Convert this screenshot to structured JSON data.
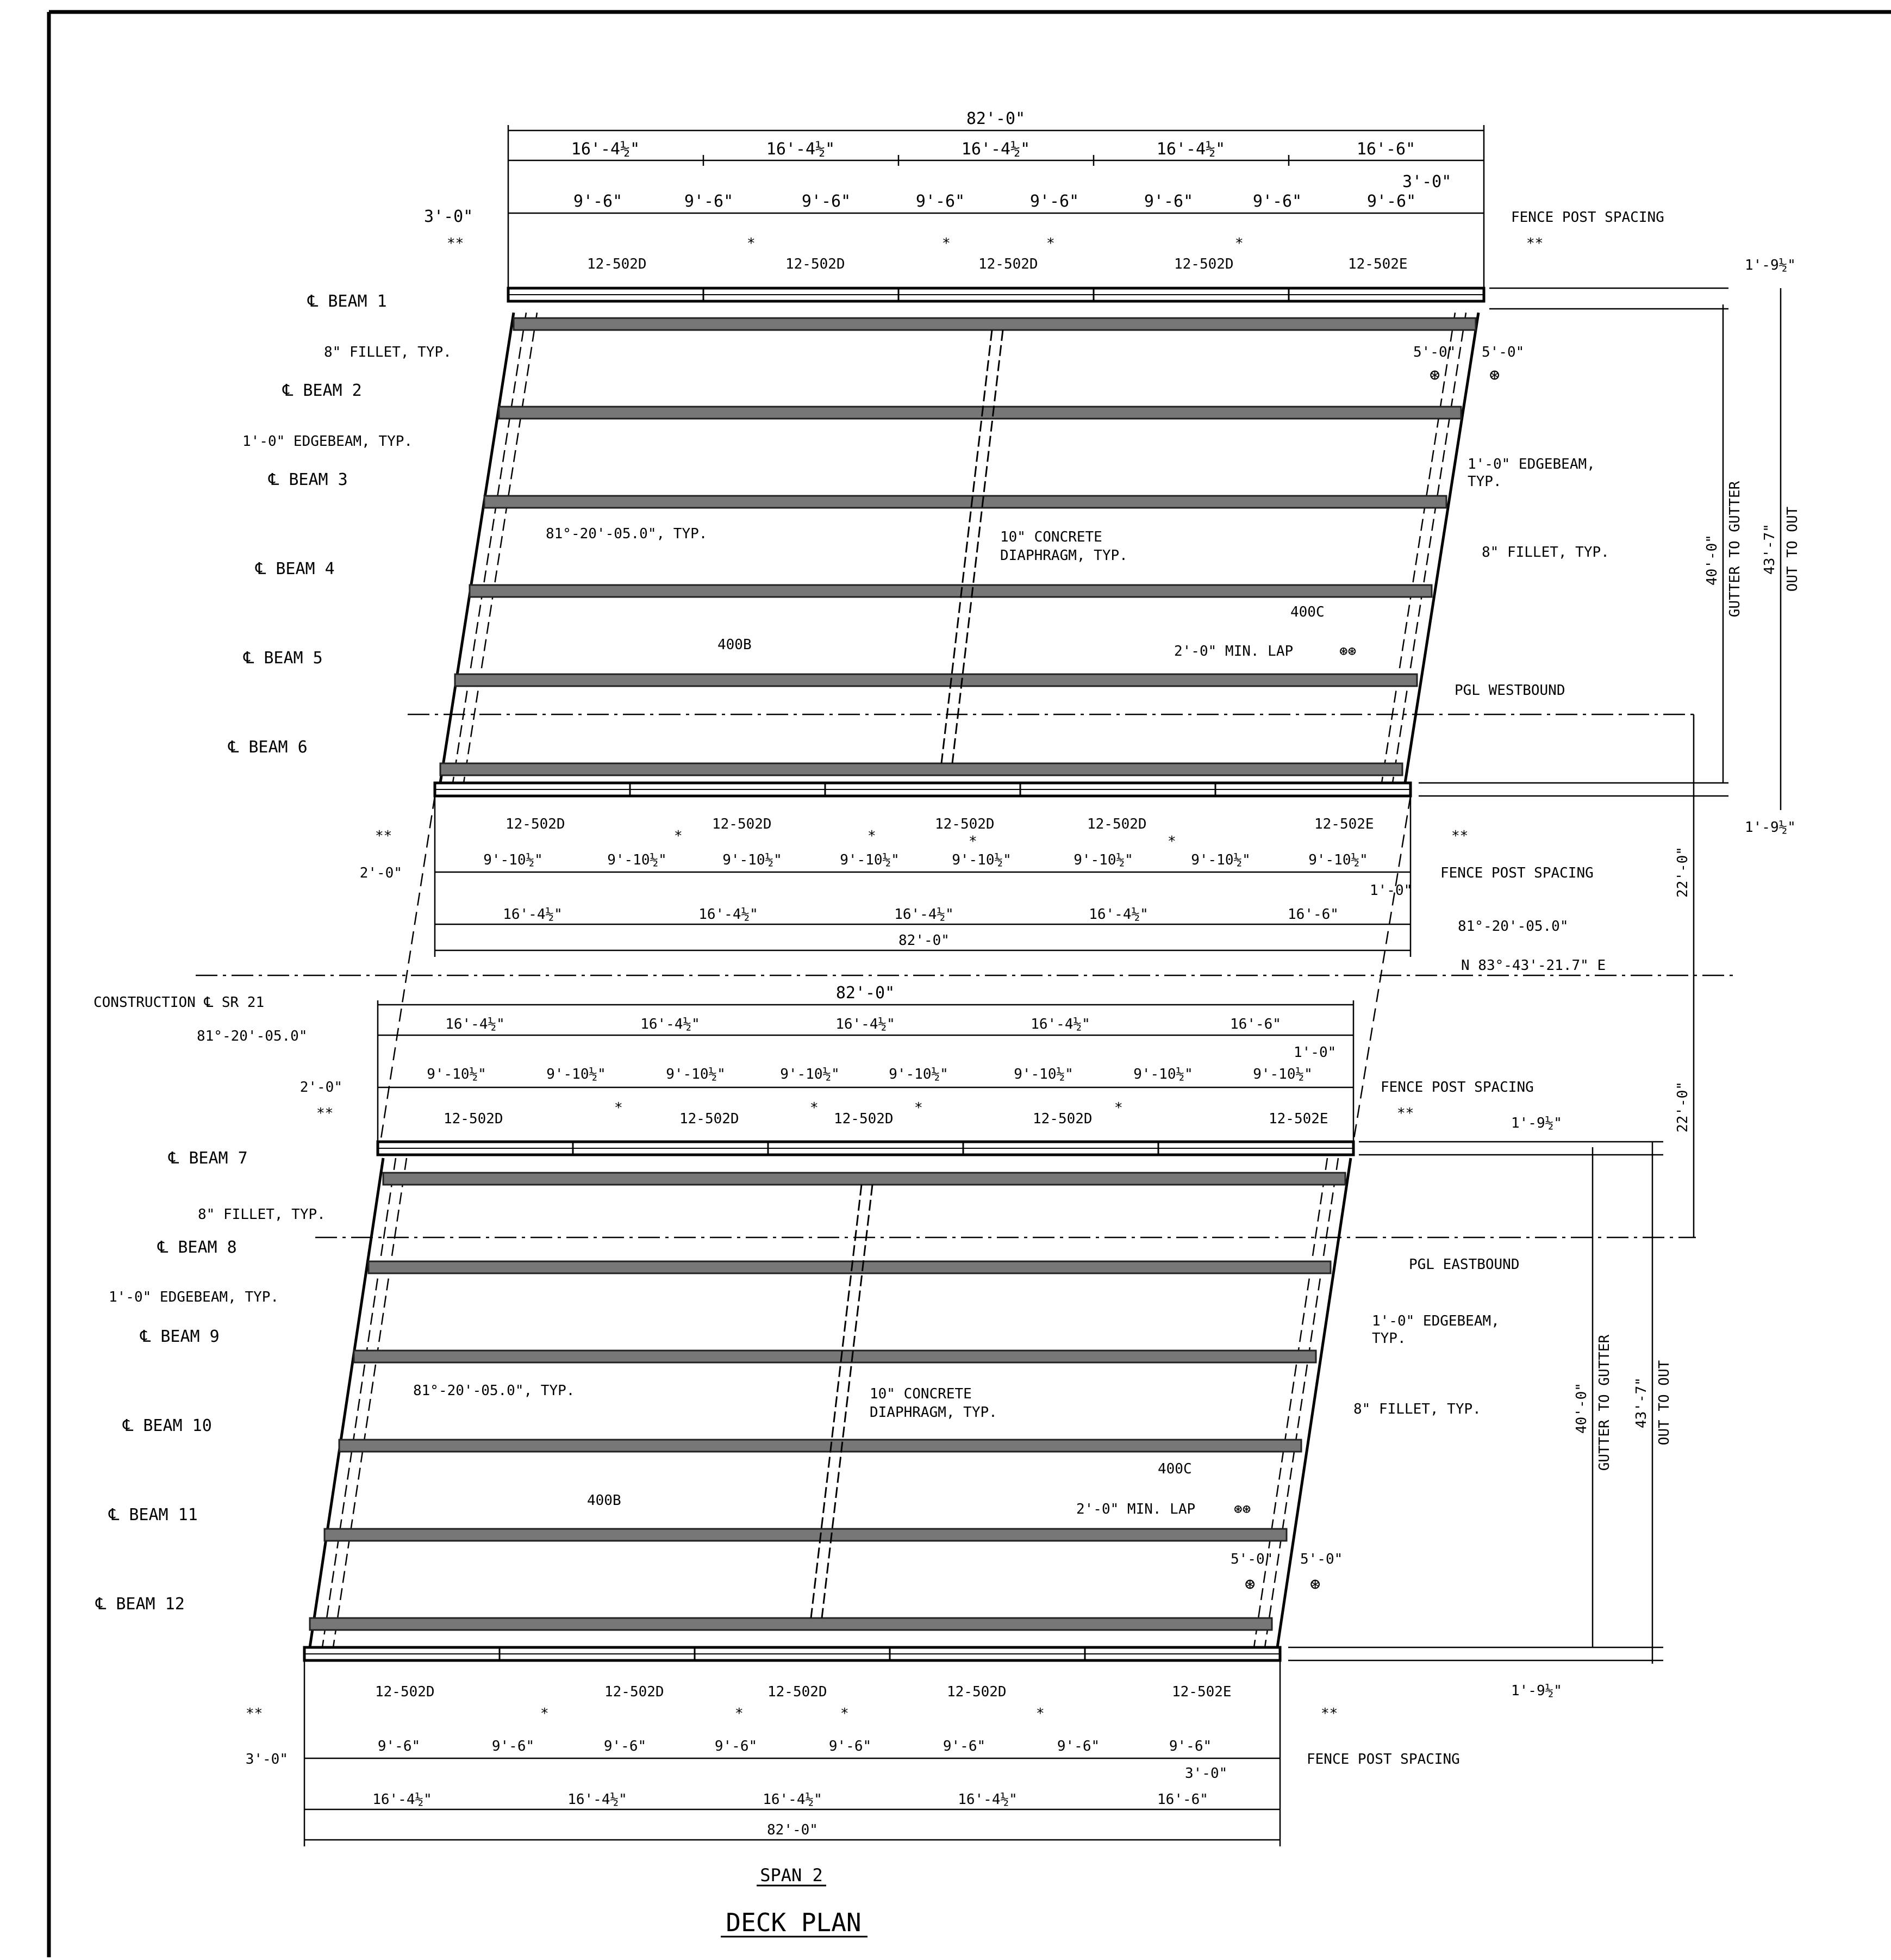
{
  "span_label": "SPAN 2",
  "plan_title": "DECK PLAN",
  "north_deck": {
    "overall_dim": "82'-0\"",
    "segment_dims": [
      "16'-4½\"",
      "16'-4½\"",
      "16'-4½\"",
      "16'-4½\"",
      "16'-6\""
    ],
    "top_post_dims": [
      "3'-0\"",
      "9'-6\"",
      "9'-6\"",
      "9'-6\"",
      "9'-6\"",
      "9'-6\"",
      "9'-6\"",
      "9'-6\"",
      "9'-6\"",
      "3'-0\""
    ],
    "top_bar_labels": [
      "12-502D",
      "12-502D",
      "12-502D",
      "12-502D",
      "12-502E"
    ],
    "bottom_post_dims": [
      "2'-0\"",
      "9'-10½\"",
      "9'-10½\"",
      "9'-10½\"",
      "9'-10½\"",
      "9'-10½\"",
      "9'-10½\"",
      "9'-10½\"",
      "9'-10½\"",
      "1'-0\""
    ],
    "bottom_bar_labels": [
      "12-502D",
      "12-502D",
      "12-502D",
      "12-502D",
      "12-502E"
    ],
    "bottom_segment_dims": [
      "16'-4½\"",
      "16'-4½\"",
      "16'-4½\"",
      "16'-4½\"",
      "16'-6\""
    ],
    "bottom_overall_dim": "82'-0\"",
    "beams": [
      "℄ BEAM 1",
      "℄ BEAM 2",
      "℄ BEAM 3",
      "℄ BEAM 4",
      "℄ BEAM 5",
      "℄ BEAM 6"
    ],
    "edge_dim_top": "1'-9½\"",
    "edge_dim_bottom": "1'-9½\"",
    "gutter_dim": "40'-0\"",
    "gutter_label": "GUTTER TO GUTTER",
    "out_dim": "43'-7\"",
    "out_label": "OUT TO OUT"
  },
  "south_deck": {
    "overall_dim": "82'-0\"",
    "segment_dims": [
      "16'-4½\"",
      "16'-4½\"",
      "16'-4½\"",
      "16'-4½\"",
      "16'-6\""
    ],
    "top_post_dims": [
      "2'-0\"",
      "9'-10½\"",
      "9'-10½\"",
      "9'-10½\"",
      "9'-10½\"",
      "9'-10½\"",
      "9'-10½\"",
      "9'-10½\"",
      "9'-10½\"",
      "1'-0\""
    ],
    "top_bar_labels": [
      "12-502D",
      "12-502D",
      "12-502D",
      "12-502D",
      "12-502E"
    ],
    "bottom_post_dims": [
      "3'-0\"",
      "9'-6\"",
      "9'-6\"",
      "9'-6\"",
      "9'-6\"",
      "9'-6\"",
      "9'-6\"",
      "9'-6\"",
      "9'-6\"",
      "3'-0\""
    ],
    "bottom_bar_labels": [
      "12-502D",
      "12-502D",
      "12-502D",
      "12-502D",
      "12-502E"
    ],
    "bottom_segment_dims": [
      "16'-4½\"",
      "16'-4½\"",
      "16'-4½\"",
      "16'-4½\"",
      "16'-6\""
    ],
    "bottom_overall_dim": "82'-0\"",
    "beams": [
      "℄ BEAM 7",
      "℄ BEAM 8",
      "℄ BEAM 9",
      "℄ BEAM 10",
      "℄ BEAM 11",
      "℄ BEAM 12"
    ],
    "edge_dim_top": "1'-9½\"",
    "edge_dim_bottom": "1'-9½\"",
    "gutter_dim": "40'-0\"",
    "gutter_label": "GUTTER TO GUTTER",
    "out_dim": "43'-7\"",
    "out_label": "OUT TO OUT"
  },
  "notes": {
    "fence_post_spacing": "FENCE POST SPACING",
    "fillet": "8\" FILLET, TYP.",
    "edgebeam": "1'-0\" EDGEBEAM, TYP.",
    "edgebeam_right_1": "1'-0\" EDGEBEAM,",
    "edgebeam_right_2": "TYP.",
    "skew": "81°-20'-05.0\", TYP.",
    "skew_plain": "81°-20'-05.0\"",
    "diaphragm_1": "10\" CONCRETE",
    "diaphragm_2": "DIAPHRAGM, TYP.",
    "bar_400b": "400B",
    "bar_400c": "400C",
    "min_lap": "2'-0\" MIN. LAP",
    "five_ft": "5'-0\"",
    "pgl_west": "PGL WESTBOUND",
    "pgl_east": "PGL EASTBOUND",
    "construction_cl": "CONSTRUCTION ℄ SR 21",
    "bearing": "N 83°-43'-21.7\" E",
    "median_dim": "22'-0\"",
    "star": "*",
    "double_star": "**",
    "circled_star": "⊛",
    "double_circled_star": "⊛⊛"
  }
}
